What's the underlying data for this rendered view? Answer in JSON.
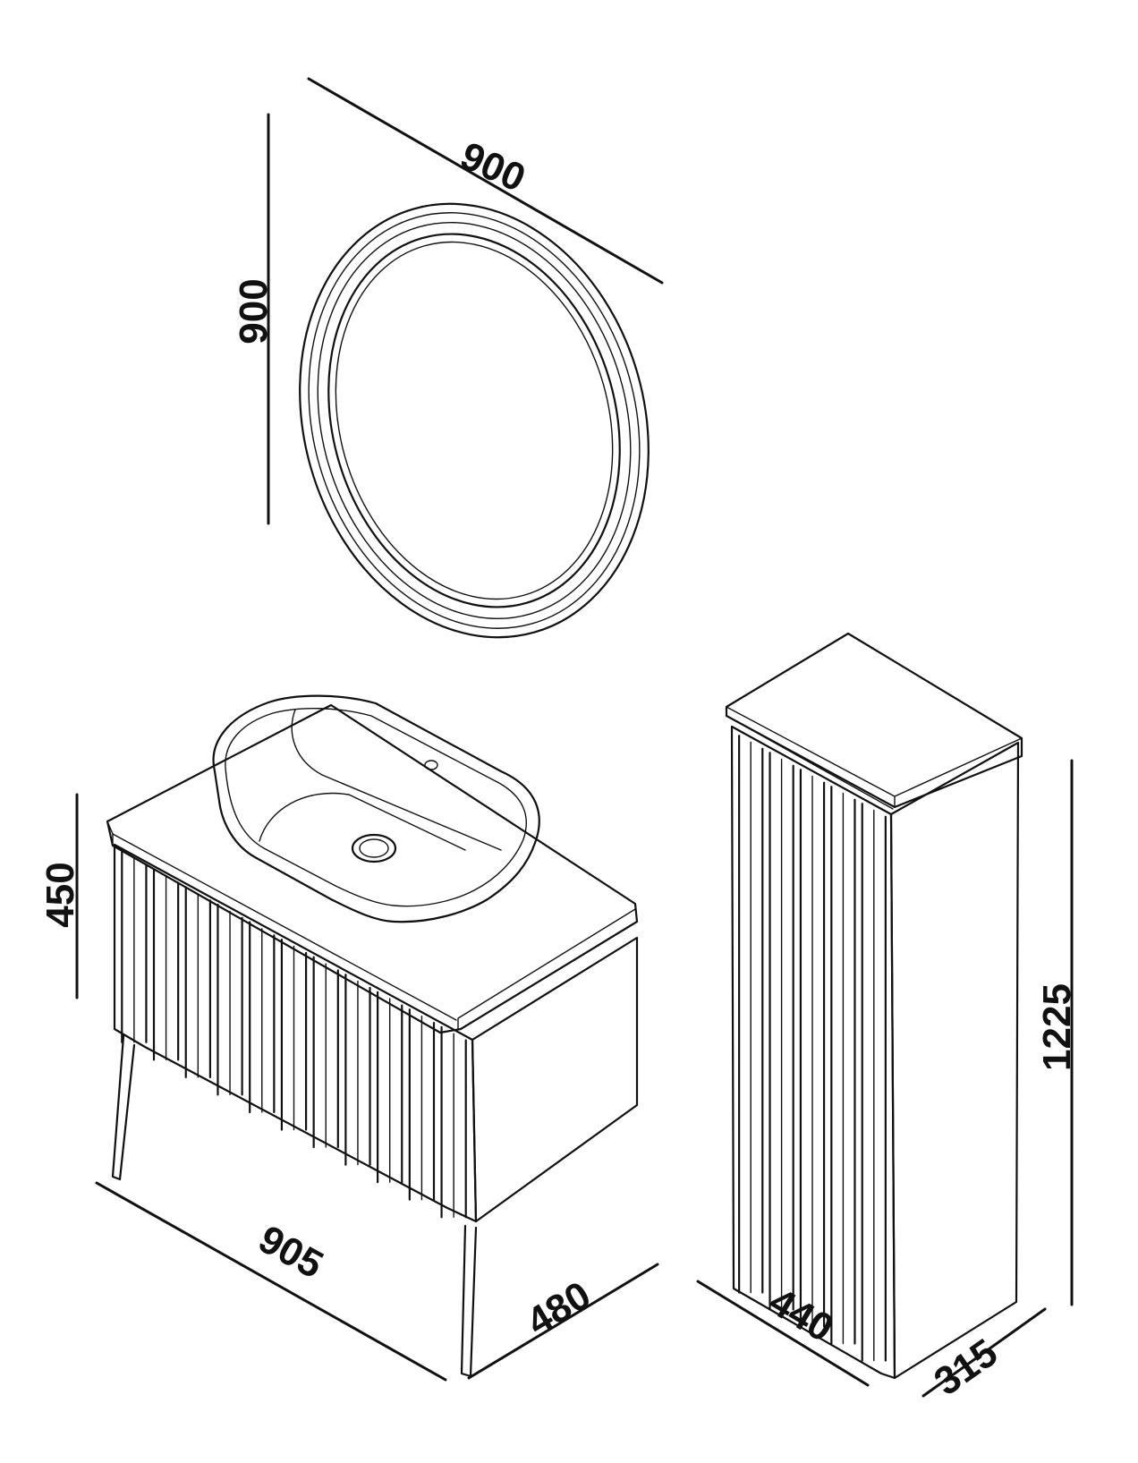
{
  "dimensions": {
    "mirror_width": "900",
    "mirror_height": "900",
    "vanity_width": "905",
    "vanity_depth": "480",
    "vanity_height": "450",
    "tall_cabinet_width": "440",
    "tall_cabinet_depth": "315",
    "tall_cabinet_height": "1225"
  },
  "colors": {
    "line": "#111111",
    "background": "#ffffff"
  }
}
